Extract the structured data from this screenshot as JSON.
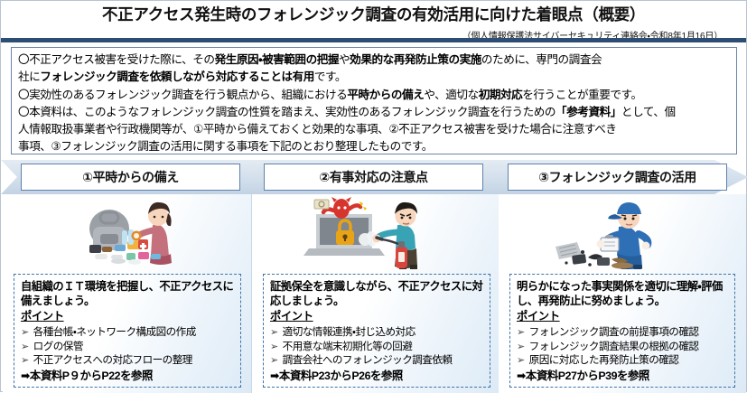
{
  "header": {
    "title": "不正アクセス発生時のフォレンジック調査の有効活用に向けた着眼点（概要）",
    "subtitle": "（個人情報保護法サイバーセキュリティ連絡会・令和8年1月16日）"
  },
  "lead": {
    "lines": [
      "〇不正アクセス被害を受けた際に、その<b>発生原因・被害範囲の把握</b>や<b>効果的な再発防止策の実施</b>のために、専門の調査会",
      "社に<b>フォレンジック調査を依頼しながら対応することは有用</b>です。",
      "〇実効性のあるフォレンジック調査を行う観点から、組織における<b>平時からの備え</b>や、適切な<b>初期対応</b>を行うことが重要です。",
      "〇本資料は、このようなフォレンジック調査の性質を踏まえ、実効性のあるフォレンジック調査を行うための<b>「参考資料」</b>として、個",
      "人情報取扱事業者や行政機関等が、①平時から備えておくと効果的な事項、②不正アクセス被害を受けた場合に注意すべき",
      "事項、③フォレンジック調査の活用に関する事項を下記のとおり整理したものです。"
    ]
  },
  "banner": {
    "tabs": [
      {
        "label": "①平時からの備え"
      },
      {
        "label": "②有事対応の注意点"
      },
      {
        "label": "③フォレンジック調査の活用"
      }
    ]
  },
  "columns": [
    {
      "illustration": "woman-with-emergency-supplies",
      "heading": "自組織のＩＴ環境を把握し、不正アクセスに備えましょう。",
      "point_label": "ポイント",
      "bullets": [
        "各種台帳・ネットワーク構成図の作成",
        "ログの保管",
        "不正アクセスへの対応フローの整理"
      ],
      "reference": "➡本資料P９からP22を参照"
    },
    {
      "illustration": "man-extinguishing-ransomware-laptop",
      "heading": "証拠保全を意識しながら、不正アクセスに対応しましょう。",
      "point_label": "ポイント",
      "bullets": [
        "適切な情報連携・封じ込め対応",
        "不用意な端末初期化等の回避",
        "調査会社へのフォレンジック調査依頼"
      ],
      "reference": "➡本資料P23からP26を参照"
    },
    {
      "illustration": "investigator-examining-debris",
      "heading": "明らかになった事実関係を適切に理解・評価し、再発防止に努めましょう。",
      "point_label": "ポイント",
      "bullets": [
        "フォレンジック調査の前提事項の確認",
        "フォレンジック調査結果の根拠の確認",
        "原因に対応した再発防止策の確認"
      ],
      "reference": "➡本資料P27からP39を参照"
    }
  ],
  "bullet_marker": "➢",
  "colors": {
    "header_rule": "#2c4d74",
    "lead_border": "#6b86a8",
    "tab_border": "#5f82ab",
    "card_border": "#3f73a8",
    "banner_fill": "#d3dfec"
  }
}
